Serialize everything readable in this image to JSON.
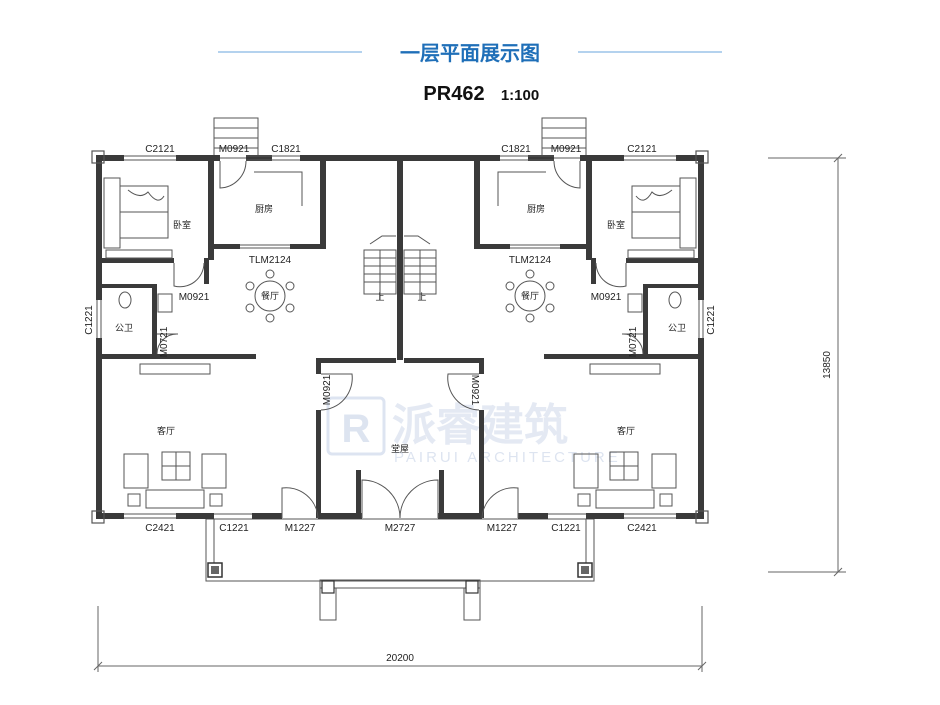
{
  "header": {
    "title": "一层平面展示图",
    "plan_code": "PR462",
    "scale": "1:100"
  },
  "watermark": {
    "brand_cn": "派睿建筑",
    "brand_en": "PAIRUI ARCHITECTURE",
    "logo_glyph": "R"
  },
  "rooms": {
    "bedroom_left": "卧室",
    "bedroom_right": "卧室",
    "kitchen_left": "厨房",
    "kitchen_right": "厨房",
    "dining_left": "餐厅",
    "dining_right": "餐厅",
    "bath_left": "公卫",
    "bath_right": "公卫",
    "living_left": "客厅",
    "living_right": "客厅",
    "hall": "堂屋",
    "stair_up_left": "上",
    "stair_up_right": "上"
  },
  "openings": {
    "c2121_left": "C2121",
    "m0921_top_left": "M0921",
    "c1821_left": "C1821",
    "c1821_right": "C1821",
    "m0921_top_right": "M0921",
    "c2121_right": "C2121",
    "tlm_left": "TLM2124",
    "tlm_right": "TLM2124",
    "m0921_mid_left": "M0921",
    "m0921_mid_right": "M0921",
    "c1221_side_left": "C1221",
    "c1221_side_right": "C1221",
    "m0721_left": "M0721",
    "m0721_right": "M0721",
    "m0921_hall_left": "M0921",
    "m0921_hall_right": "M0921",
    "c2421_left": "C2421",
    "c1221_bottom_left": "C1221",
    "m1227_left": "M1227",
    "m2727": "M2727",
    "m1227_right": "M1227",
    "c1221_bottom_right": "C1221",
    "c2421_right": "C2421"
  },
  "dimensions": {
    "width": "20200",
    "depth": "13850"
  },
  "colors": {
    "accent": "#1f6fb8",
    "wall": "#3a3a3a",
    "watermark": "#9fb3d6"
  }
}
